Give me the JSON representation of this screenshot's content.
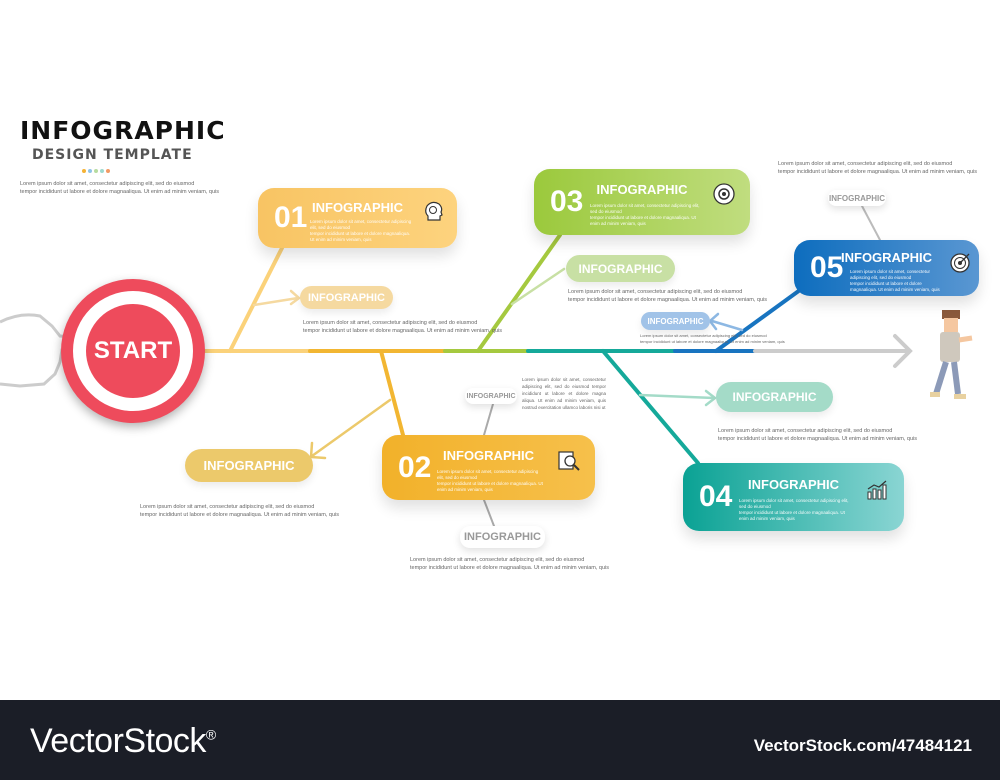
{
  "header": {
    "title": "INFOGRAPHIC",
    "subtitle": "DESIGN TEMPLATE",
    "dot_colors": [
      "#f5b335",
      "#8fc4e8",
      "#b7dba0",
      "#9ed9cf",
      "#f29a64"
    ]
  },
  "lorem": {
    "l1": "Lorem ipsum dolor sit amet, consectetur adipiscing elit, sed do eiusmod",
    "l2": "tempor incididunt ut labore et dolore magnaaliqua. Ut enim ad minim veniam, quis",
    "short": "Lorem ipsum dolor sit amet, consectetur adipiscing elit, sed do eiusmod tempor incididunt ut labore et dolore magna aliqua. Ut enim ad minim veniam, quis nostrud exercitation ullamco laboris nisi ut"
  },
  "start": {
    "label": "START",
    "color": "#ee4b5c"
  },
  "steps": [
    {
      "num": "01",
      "title": "INFOGRAPHIC",
      "icon": "head-gear-icon",
      "color": "#fbcb6f"
    },
    {
      "num": "02",
      "title": "INFOGRAPHIC",
      "icon": "document-search-icon",
      "color": "#f3b42f"
    },
    {
      "num": "03",
      "title": "INFOGRAPHIC",
      "icon": "target-gear-icon",
      "color": "#a8cf50"
    },
    {
      "num": "04",
      "title": "INFOGRAPHIC",
      "icon": "bar-chart-icon",
      "color": "#14a89a"
    },
    {
      "num": "05",
      "title": "INFOGRAPHIC",
      "icon": "bullseye-icon",
      "color": "#1674c0"
    }
  ],
  "pills": {
    "p1": "INFOGRAPHIC",
    "p2": "INFOGRAPHIC",
    "p3": "INFOGRAPHIC",
    "p4": "INFOGRAPHIC",
    "p5": "INFOGRAPHIC",
    "g1": "INFOGRAPHIC",
    "g2": "INFOGRAPHIC",
    "g3": "INFOGRAPHIC"
  },
  "footer": {
    "brand": "VectorStock",
    "reg": "®",
    "id": "VectorStock.com/47484121"
  }
}
